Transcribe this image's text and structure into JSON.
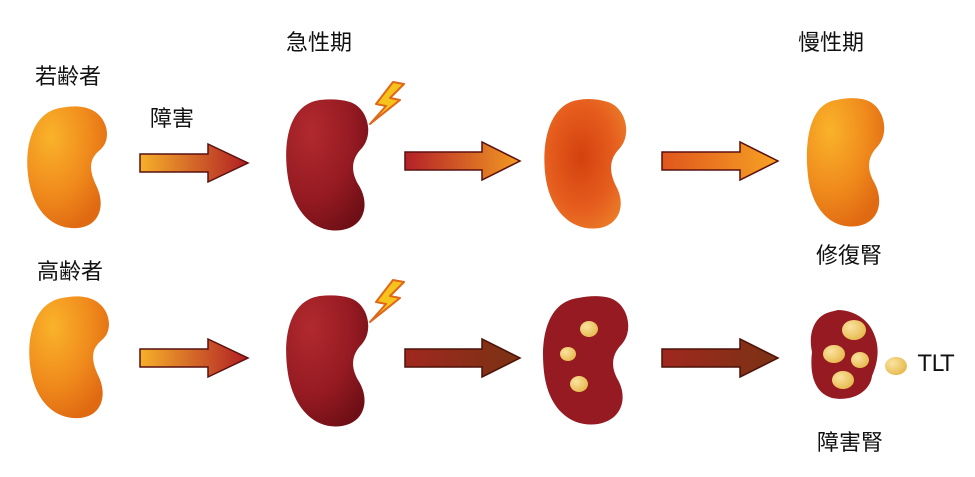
{
  "labels": {
    "acute_phase": "急性期",
    "chronic_phase": "慢性期",
    "young": "若齢者",
    "elderly": "高齢者",
    "injury": "障害",
    "repaired_kidney": "修復腎",
    "damaged_kidney": "障害腎",
    "tlt": "TLT"
  },
  "colors": {
    "healthy_kidney": "#f08a1c",
    "injured_kidney": "#9a1a22",
    "recovering_kidney": "#e0561c",
    "tlt_nodule": "#f2cd6e",
    "lightning": "#f4b21c",
    "arrow_orange": "#f39a20",
    "arrow_red": "#b31e28",
    "arrow_brown": "#8c3418"
  },
  "icons": [
    "lightning-icon",
    "lightning-icon"
  ]
}
